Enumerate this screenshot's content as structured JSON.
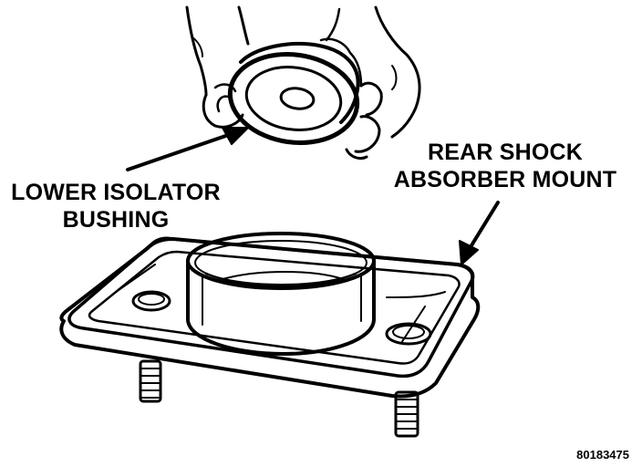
{
  "callouts": {
    "bushing": [
      "LOWER ISOLATOR",
      "BUSHING"
    ],
    "mount": [
      "REAR SHOCK",
      "ABSORBER MOUNT"
    ]
  },
  "figure_id": "80183475",
  "colors": {
    "ink": "#000000",
    "paper": "#ffffff"
  }
}
